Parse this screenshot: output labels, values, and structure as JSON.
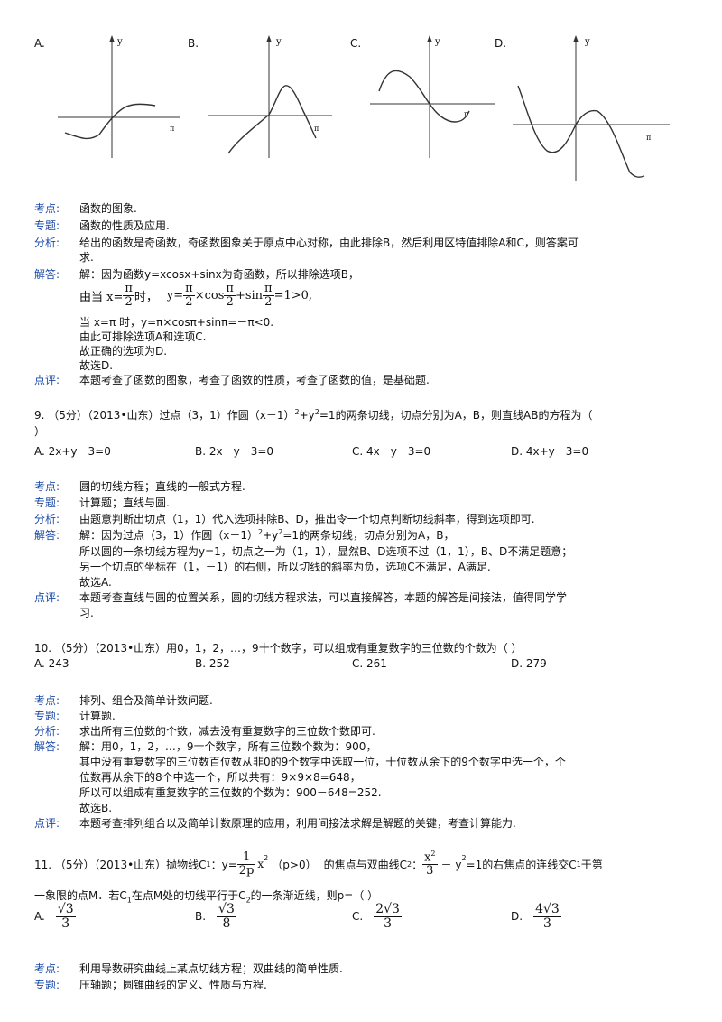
{
  "graphs": {
    "a_label": "A.",
    "b_label": "B.",
    "c_label": "C.",
    "d_label": "D.",
    "y": "y",
    "pi": "π"
  },
  "q8": {
    "kaodian_label": "考点:",
    "kaodian": "函数的图象.",
    "zhuanti_label": "专题:",
    "zhuanti": "函数的性质及应用.",
    "fenxi_label": "分析:",
    "fenxi_1": "给出的函数是奇函数，奇函数图象关于原点中心对称，由此排除B，然后利用区特值排除A和C，则答案可",
    "fenxi_2": "求.",
    "jieda_label": "解答:",
    "jieda_1": "解：因为函数y=xcosx+sinx为奇函数，所以排除选项B，",
    "line2_a": "由当 x=",
    "pi": "π",
    "two": "2",
    "line2_b": "时，",
    "line2_c": "y=",
    "line2_times": "×cos",
    "line2_plus": "+sin",
    "line2_end": "=1>0,",
    "jieda_3": "当 x=π 时，y=π×cosπ+sinπ=－π<0.",
    "jieda_4": "由此可排除选项A和选项C.",
    "jieda_5": "故正确的选项为D.",
    "jieda_6": "故选D.",
    "dianping_label": "点评:",
    "dianping": "本题考查了函数的图象，考查了函数的性质，考查了函数的值，是基础题."
  },
  "q9": {
    "stem_1a": "9. （5分）（2013•山东）过点（3，1）作圆（x－1）",
    "sup2": "2",
    "stem_1b": "+y",
    "stem_1c": "=1的两条切线，切点分别为A，B，则直线AB的方程为（",
    "stem_2": "）",
    "opt_a": "A.  2x+y－3=0",
    "opt_b": "B.  2x－y－3=0",
    "opt_c": "C.  4x－y－3=0",
    "opt_d": "D.  4x+y－3=0",
    "kaodian_label": "考点:",
    "kaodian": "圆的切线方程；直线的一般式方程.",
    "zhuanti_label": "专题:",
    "zhuanti": "计算题；直线与圆.",
    "fenxi_label": "分析:",
    "fenxi": "由题意判断出切点（1，1）代入选项排除B、D，推出令一个切点判断切线斜率，得到选项即可.",
    "jieda_label": "解答:",
    "jieda_1a": "解：因为过点（3，1）作圆（x－1）",
    "jieda_1b": "+y",
    "jieda_1c": "=1的两条切线，切点分别为A，B，",
    "jieda_2": "所以圆的一条切线方程为y=1，切点之一为（1，1），显然B、D选项不过（1，1），B、D不满足题意；",
    "jieda_3": "另一个切点的坐标在（1，－1）的右侧，所以切线的斜率为负，选项C不满足，A满足.",
    "jieda_4": "故选A.",
    "dianping_label": "点评:",
    "dianping_1": "本题考查直线与圆的位置关系，圆的切线方程求法，可以直接解答，本题的解答是间接法，值得同学学",
    "dianping_2": "习."
  },
  "q10": {
    "stem": "10. （5分）（2013•山东）用0，1，2，…，9十个数字，可以组成有重复数字的三位数的个数为（     ）",
    "opt_a": "A.  243",
    "opt_b": "B.  252",
    "opt_c": "C.  261",
    "opt_d": "D.  279",
    "kaodian_label": "考点:",
    "kaodian": "排列、组合及简单计数问题.",
    "zhuanti_label": "专题:",
    "zhuanti": "计算题.",
    "fenxi_label": "分析:",
    "fenxi": "求出所有三位数的个数，减去没有重复数字的三位数个数即可.",
    "jieda_label": "解答:",
    "jieda_1": "解：用0，1，2，…，9十个数字，所有三位数个数为：900，",
    "jieda_2": "其中没有重复数字的三位数百位数从非0的9个数字中选取一位，十位数从余下的9个数字中选一个，个",
    "jieda_3": "位数再从余下的8个中选一个，所以共有：9×9×8=648，",
    "jieda_4": "所以可以组成有重复数字的三位数的个数为：900－648=252.",
    "jieda_5": "故选B.",
    "dianping_label": "点评:",
    "dianping": "本题考查排列组合以及简单计数原理的应用，利用间接法求解是解题的关键，考查计算能力."
  },
  "q11": {
    "stem_a": "11. （5分）（2013•山东）抛物线C",
    "sub1": "1",
    "stem_b": "：y=",
    "one": "1",
    "twop": "2p",
    "x2": "x",
    "sup2": "2",
    "cond": "（p>0）",
    "stem_c": "的焦点与双曲线C",
    "sub2": "2",
    "stem_d": "：",
    "three": "3",
    "minus_y2": "－ y",
    "eq1": "=1的右焦点的连线交C",
    "stem_e": "于第",
    "stem_2a": "一象限的点M．若C",
    "stem_2b": "在点M处的切线平行于C",
    "stem_2c": "的一条渐近线，则p=（     ）",
    "opt_a": "A.",
    "opt_b": "B.",
    "opt_c": "C.",
    "opt_d": "D.",
    "a_num": "√3",
    "a_den": "3",
    "b_num": "√3",
    "b_den": "8",
    "c_num": "2√3",
    "c_den": "3",
    "d_num": "4√3",
    "d_den": "3",
    "kaodian_label": "考点:",
    "kaodian": "利用导数研究曲线上某点切线方程；双曲线的简单性质.",
    "zhuanti_label": "专题:",
    "zhuanti": "压轴题；圆锥曲线的定义、性质与方程."
  }
}
